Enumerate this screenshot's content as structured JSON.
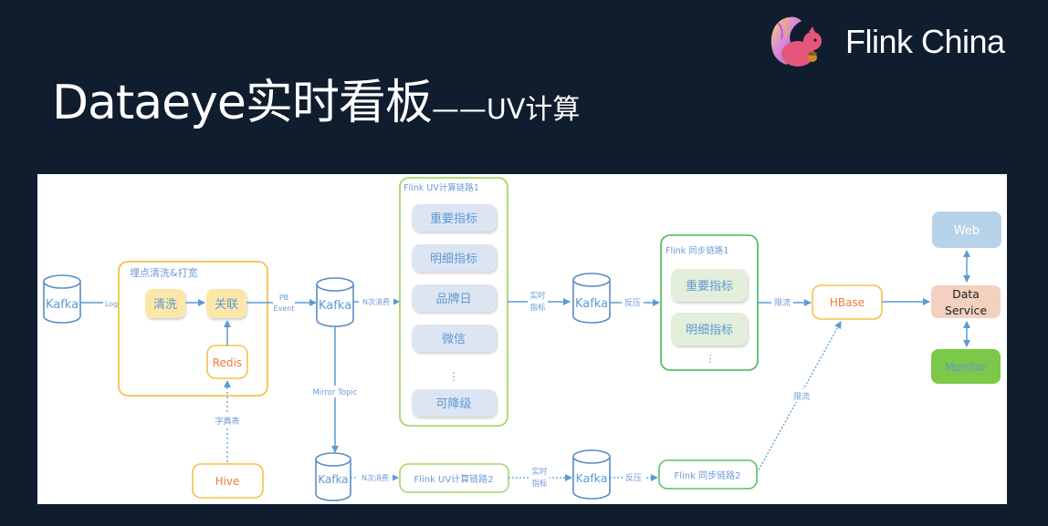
{
  "slide": {
    "title_main": "Dataeye实时看板",
    "title_sub": "——UV计算",
    "brand_name": "Flink China",
    "logo_icon": "flink-squirrel-logo-icon"
  },
  "colors": {
    "background": "#0f1d2e",
    "flow_blue": "#5b9bd5",
    "label_blue": "#6b9bd8",
    "orange_border": "#f5c24a",
    "orange_fill": "#fde7a8",
    "orange_text": "#f07a3a",
    "green_light": "#a8d66b",
    "green_dark": "#5cc06a",
    "metric_blue": "#dde5f3",
    "metric_green": "#e3eedb",
    "web_fill": "#b7d3ea",
    "monitor_fill": "#7cc848",
    "dataservice_fill": "#f6d7c7"
  },
  "diagram": {
    "kafka_source": "Kafka",
    "log_label": "Log",
    "etl_group": {
      "title": "埋点清洗&打宽",
      "clean": "清洗",
      "join": "关联",
      "redis": "Redis"
    },
    "dict_label": "字典表",
    "hive": "Hive",
    "pb_event_label": [
      "PB",
      "Event"
    ],
    "kafka_main": "Kafka",
    "n_consume_label": "N次消费",
    "mirror_topic_label": "Mirror Topic",
    "kafka_mirror": "Kafka",
    "uv_chain1": {
      "title": "Flink UV计算链路1",
      "items": [
        "重要指标",
        "明细指标",
        "品牌日",
        "微信",
        "可降级"
      ],
      "ellipsis": "⋮"
    },
    "uv_chain2": "Flink UV计算链路2",
    "realtime_metrics_label": [
      "实时",
      "指标"
    ],
    "kafka_metrics": "Kafka",
    "kafka_metrics2": "Kafka",
    "backpressure_label": "反压",
    "sync_chain1": {
      "title": "Flink 同步链路1",
      "items": [
        "重要指标",
        "明细指标"
      ],
      "ellipsis": "⋮"
    },
    "sync_chain2": "Flink 同步链路2",
    "rate_limit_label": "限流",
    "hbase": "HBase",
    "data_service": [
      "Data",
      "Service"
    ],
    "web": "Web",
    "monitor": "Monitor"
  }
}
